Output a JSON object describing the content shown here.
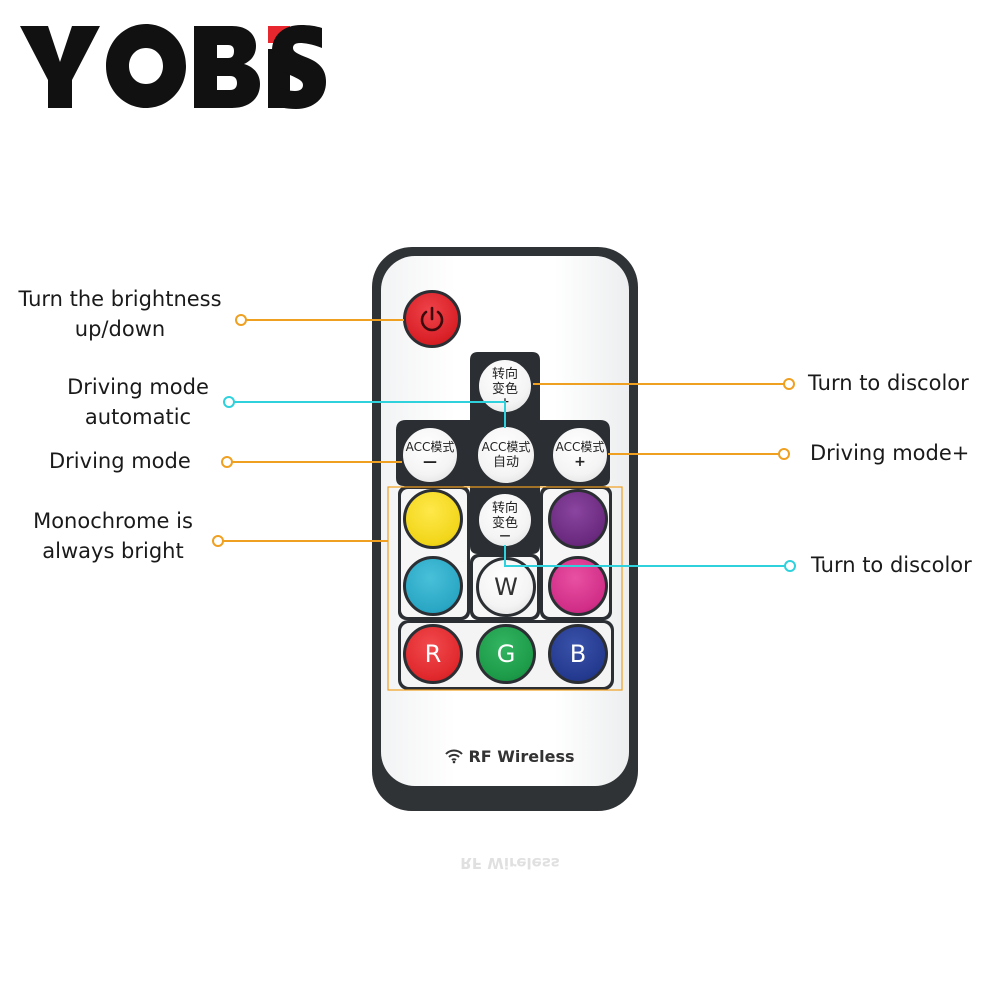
{
  "brand": {
    "logo_text": "YOBIS",
    "logo_color": "#111111",
    "accent": "#e8262d"
  },
  "callouts": {
    "brightness": {
      "line1": "Turn the brightness",
      "line2": "up/down",
      "color": "#f0a020"
    },
    "auto_mode": {
      "line1": "Driving mode",
      "line2": "automatic",
      "color": "#2fd2dc"
    },
    "mode_minus": {
      "text": "Driving mode",
      "color": "#f0a020"
    },
    "monochrome": {
      "line1": "Monochrome is",
      "line2": "always bright",
      "color": "#f0a020"
    },
    "discolor_up": {
      "text": "Turn to discolor",
      "color": "#f0a020"
    },
    "mode_plus": {
      "text": "Driving mode+",
      "color": "#f0a020"
    },
    "discolor_down": {
      "text": "Turn to discolor",
      "color": "#2fd2dc"
    }
  },
  "remote": {
    "power_icon": "power-icon",
    "buttons": {
      "up": {
        "line1": "转向",
        "line2": "变色",
        "sign": "+"
      },
      "left": {
        "line1": "ACC模式",
        "sign": "—"
      },
      "center": {
        "line1": "ACC模式",
        "line2": "自动"
      },
      "right": {
        "line1": "ACC模式",
        "sign": "+"
      },
      "down": {
        "line1": "转向",
        "line2": "变色",
        "sign": "—"
      },
      "w": {
        "label": "W"
      },
      "r": {
        "label": "R"
      },
      "g": {
        "label": "G"
      },
      "b": {
        "label": "B"
      }
    },
    "colors": {
      "power": "#e5262d",
      "yellow": "#f2d61a",
      "purple": "#6a2a7e",
      "cyan": "#2aa7c4",
      "magenta": "#d12e87",
      "red": "#e0282c",
      "green": "#1c9a48",
      "blue": "#243a8f",
      "body": "#2f3336"
    },
    "footer": {
      "text": "RF Wireless",
      "icon": "wifi-icon"
    }
  }
}
